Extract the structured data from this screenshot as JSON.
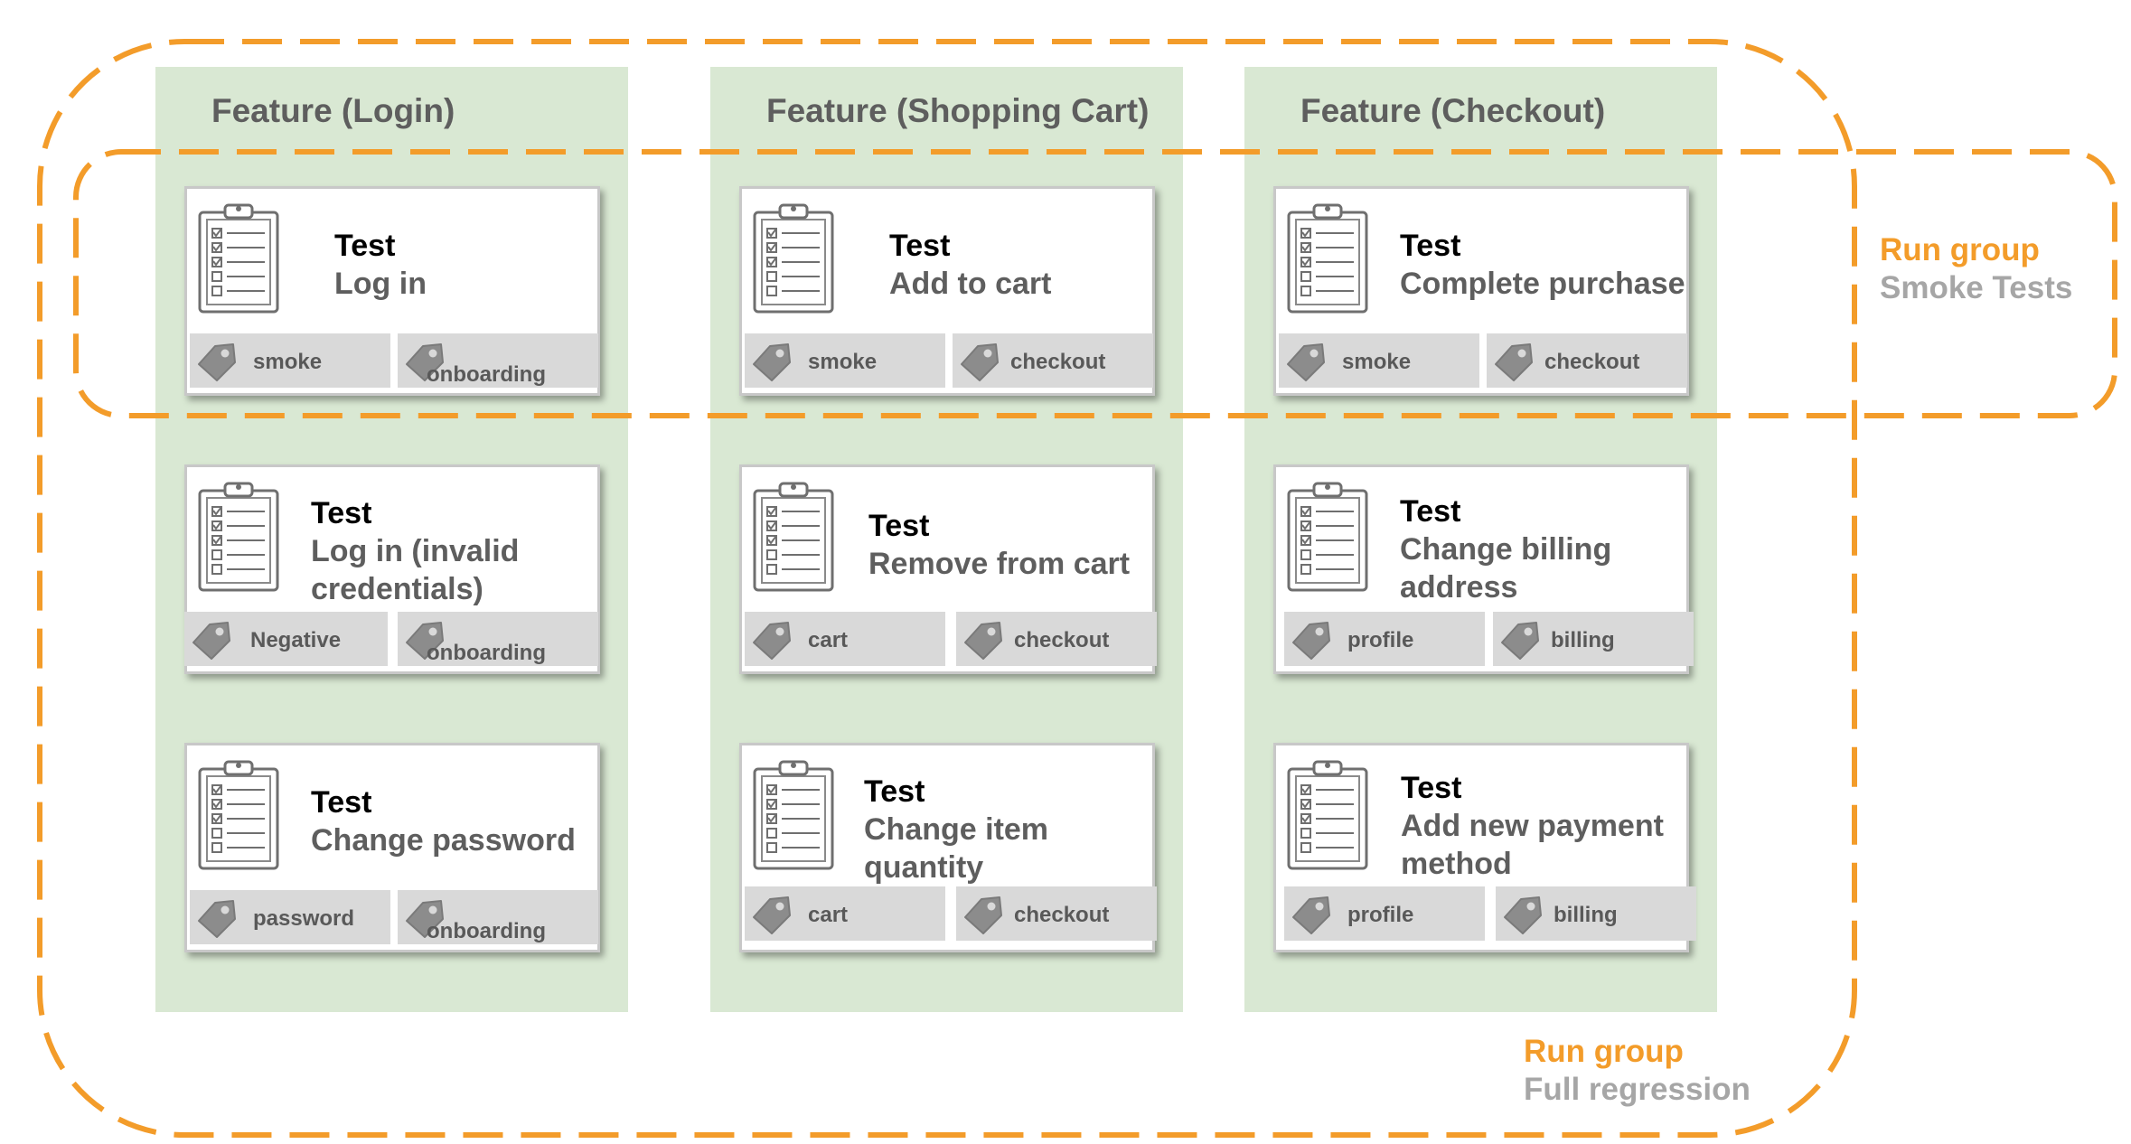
{
  "columns": [
    {
      "title": "Feature (Login)"
    },
    {
      "title": "Feature (Shopping Cart)"
    },
    {
      "title": "Feature (Checkout)"
    }
  ],
  "test_keyword": "Test",
  "cards": [
    {
      "name": "Log in",
      "tags": [
        "smoke",
        "onboarding"
      ]
    },
    {
      "name": "Log in (invalid credentials)",
      "tags": [
        "Negative",
        "onboarding"
      ]
    },
    {
      "name": "Change password",
      "tags": [
        "password",
        "onboarding"
      ]
    },
    {
      "name": "Add to cart",
      "tags": [
        "smoke",
        "checkout"
      ]
    },
    {
      "name": "Remove from cart",
      "tags": [
        "cart",
        "checkout"
      ]
    },
    {
      "name": "Change item quantity",
      "tags": [
        "cart",
        "checkout"
      ]
    },
    {
      "name": "Complete purchase",
      "tags": [
        "smoke",
        "checkout"
      ]
    },
    {
      "name": "Change billing address",
      "tags": [
        "profile",
        "billing"
      ]
    },
    {
      "name": "Add new payment method",
      "tags": [
        "profile",
        "billing"
      ]
    }
  ],
  "run_groups": {
    "keyword": "Run group",
    "smoke": {
      "name": "Smoke Tests"
    },
    "full": {
      "name": "Full regression"
    }
  },
  "colors": {
    "orange": "#f39c2a",
    "column_bg": "#d9e8d3",
    "tag_bg": "#d9d9d9"
  },
  "icons": [
    "clipboard-checklist-icon",
    "tag-icon"
  ]
}
